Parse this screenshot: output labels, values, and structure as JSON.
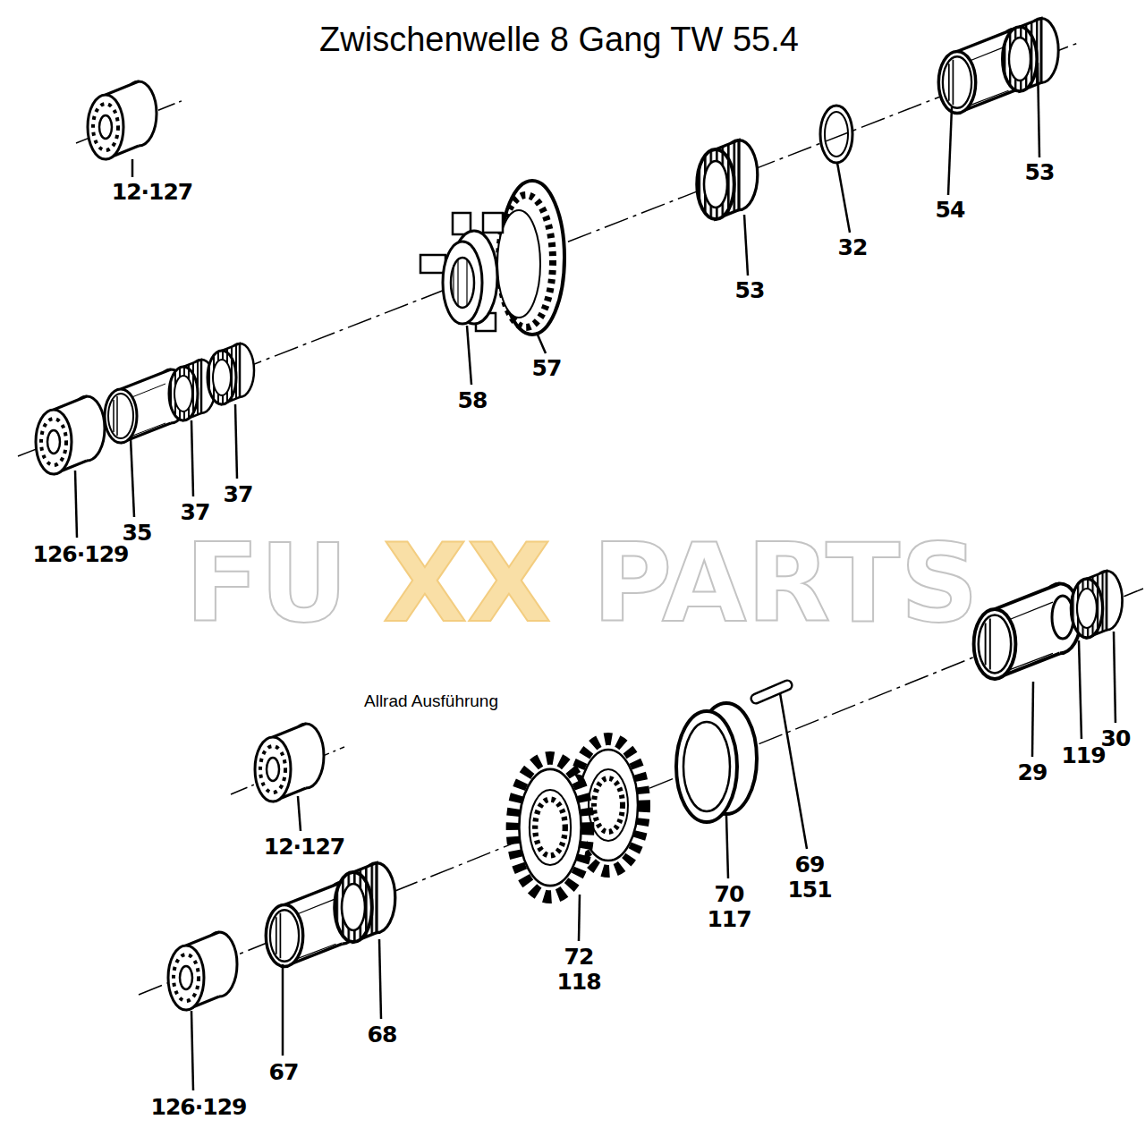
{
  "diagram": {
    "title": "Zwischenwelle 8 Gang TW 55.4",
    "labels": [
      "12·127",
      "53",
      "54",
      "32",
      "53",
      "57",
      "58",
      "37",
      "37",
      "35",
      "126·129",
      "FU",
      "XX",
      "PARTS",
      "Allrad Ausführung",
      "30",
      "119",
      "29",
      "12·127",
      "69",
      "151",
      "70",
      "117",
      "72",
      "118",
      "68",
      "67",
      "126·129"
    ]
  }
}
